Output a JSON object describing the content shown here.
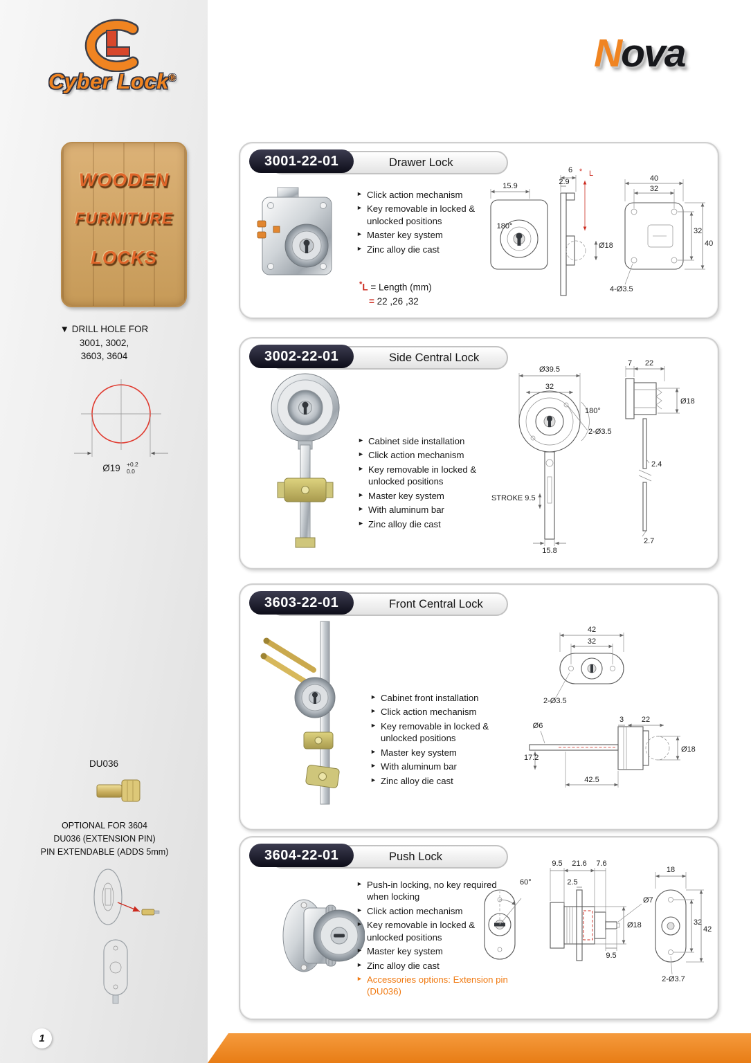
{
  "page": {
    "series_n": "N",
    "series_rest": "ova"
  },
  "brand": {
    "name": "Cyber Lock",
    "registered": "®"
  },
  "colors": {
    "accent_orange": "#f08421",
    "badge_dark": "#14141f",
    "dim_red": "#cc2a1e"
  },
  "sidebar": {
    "sign_lines": [
      "WOODEN",
      "FURNITURE",
      "LOCKS"
    ],
    "drill_title": "▼ DRILL HOLE FOR",
    "drill_lines": [
      "3001, 3002,",
      "3603, 3604"
    ],
    "drill_dim": "Ø19",
    "drill_tol_top": "+0.2",
    "drill_tol_bottom": "0.0",
    "du036_label": "DU036",
    "optional_lines": [
      "OPTIONAL FOR 3604",
      "DU036 (EXTENSION PIN)",
      "PIN EXTENDABLE (ADDS 5mm)"
    ],
    "page_number": "1"
  },
  "sections": [
    {
      "code": "3001-22-01",
      "title": "Drawer Lock",
      "features": [
        "Click action mechanism",
        "Key removable in locked & unlocked positions",
        "Master key system",
        "Zinc alloy die cast"
      ],
      "note": {
        "ast": "*",
        "l": "L",
        "text": "= Length (mm)",
        "vals_eq": "=",
        "vals": "22 ,26 ,32"
      },
      "dims": [
        "15.9",
        "180°",
        "6",
        "2.9",
        "L",
        "Ø18",
        "40",
        "32",
        "32",
        "40",
        "4-Ø3.5"
      ]
    },
    {
      "code": "3002-22-01",
      "title": "Side Central Lock",
      "features": [
        "Cabinet side installation",
        "Click action mechanism",
        "Key removable in locked & unlocked positions",
        "Master key system",
        "With aluminum bar",
        "Zinc alloy die cast"
      ],
      "dims": [
        "Ø39.5",
        "32",
        "180°",
        "2-Ø3.5",
        "STROKE 9.5",
        "15.8",
        "7",
        "22",
        "Ø18",
        "2.4",
        "2.7"
      ]
    },
    {
      "code": "3603-22-01",
      "title": "Front Central Lock",
      "features": [
        "Cabinet front installation",
        "Click action mechanism",
        "Key removable in locked & unlocked positions",
        "Master key system",
        "With aluminum bar",
        "Zinc alloy die cast"
      ],
      "dims": [
        "42",
        "32",
        "2-Ø3.5",
        "Ø6",
        "3",
        "22",
        "17.2",
        "Ø18",
        "42.5"
      ]
    },
    {
      "code": "3604-22-01",
      "title": "Push Lock",
      "features": [
        "Push-in locking, no key required when locking",
        "Click action mechanism",
        "Key removable in locked & unlocked positions",
        "Master key system",
        "Zinc alloy die cast"
      ],
      "accessory": "Accessories options: Extension pin (DU036)",
      "dims": [
        "9.5",
        "21.6",
        "7.6",
        "60°",
        "2.5",
        "Ø18",
        "Ø7",
        "9.5",
        "18",
        "32",
        "42",
        "2-Ø3.7"
      ]
    }
  ]
}
